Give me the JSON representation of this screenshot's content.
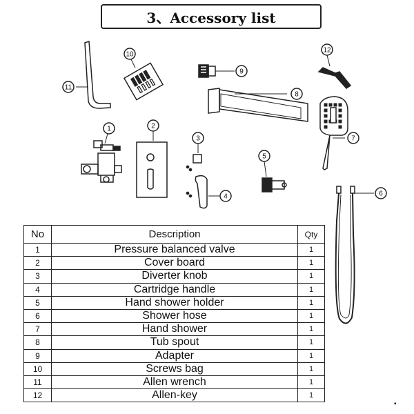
{
  "page_title": "3、Accessory list",
  "callouts": [
    "1",
    "2",
    "3",
    "4",
    "5",
    "6",
    "7",
    "8",
    "9",
    "10",
    "11",
    "12"
  ],
  "table": {
    "headers": {
      "no": "No",
      "description": "Description",
      "qty": "Qty"
    },
    "rows": [
      {
        "no": "1",
        "description": "Pressure balanced valve",
        "qty": "1"
      },
      {
        "no": "2",
        "description": "Cover board",
        "qty": "1"
      },
      {
        "no": "3",
        "description": "Diverter knob",
        "qty": "1"
      },
      {
        "no": "4",
        "description": "Cartridge handle",
        "qty": "1"
      },
      {
        "no": "5",
        "description": "Hand shower holder",
        "qty": "1"
      },
      {
        "no": "6",
        "description": "Shower hose",
        "qty": "1"
      },
      {
        "no": "7",
        "description": "Hand shower",
        "qty": "1"
      },
      {
        "no": "8",
        "description": "Tub spout",
        "qty": "1"
      },
      {
        "no": "9",
        "description": "Adapter",
        "qty": "1"
      },
      {
        "no": "10",
        "description": "Screws bag",
        "qty": "1"
      },
      {
        "no": "11",
        "description": "Allen wrench",
        "qty": "1"
      },
      {
        "no": "12",
        "description": "Allen-key",
        "qty": "1"
      }
    ]
  },
  "stray_mark": "▪"
}
